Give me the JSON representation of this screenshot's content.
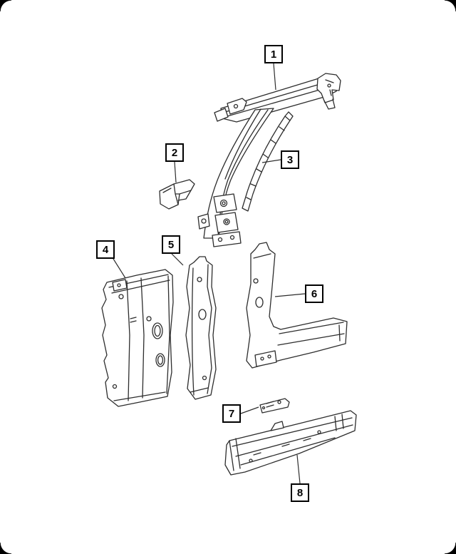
{
  "page": {
    "background_color": "#ffffff",
    "line_color": "#2d2d2d",
    "callout_border_color": "#000000"
  },
  "diagram": {
    "type": "exploded-parts-line-diagram",
    "callouts": [
      {
        "label": "1"
      },
      {
        "label": "2"
      },
      {
        "label": "3"
      },
      {
        "label": "4"
      },
      {
        "label": "5"
      },
      {
        "label": "6"
      },
      {
        "label": "7"
      },
      {
        "label": "8"
      }
    ]
  }
}
